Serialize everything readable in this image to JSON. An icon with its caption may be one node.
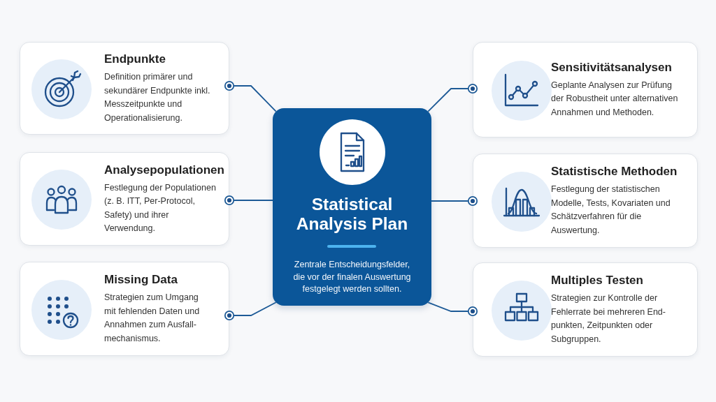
{
  "diagram": {
    "nodes": [
      {
        "text": [
          "Statistical Analysis Plan",
          "Zentrale Entscheidungsfelder, die vor der finalen Auswertung festgelegt werden sollten."
        ]
      },
      {
        "text": [
          "Endpunkte",
          "Definition primärer und sekundärer Endpunkte inkl. Messzeitpunkte und Operationalisierung."
        ]
      },
      {
        "text": [
          "Analysepopulationen",
          "Festlegung der Populationen (z. B. ITT, Per-Protocol, Safety) und ihrer Verwendung."
        ]
      },
      {
        "text": [
          "Missing Data",
          "Strategien zum Umgang mit fehlenden Daten und Annahmen zum Ausfall- mechanismus."
        ]
      },
      {
        "text": [
          "Sensitivitätsanalysen",
          "Geplante Analysen zur Prüfung der Robustheit unter alternativen Annahmen und Methoden."
        ]
      },
      {
        "text": [
          "Statistische Methoden",
          "Festlegung der statistischen Modelle, Tests, Kovariaten und Schätzverfahren für die Auswertung."
        ]
      },
      {
        "text": [
          "Multiples Testen",
          "Strategien zur Kontrolle der Fehlerrate bei mehreren End- punkten, Zeitpunkten oder Subgruppen."
        ]
      }
    ],
    "edges": [
      {
        "from": 0,
        "to": 1,
        "arrow": "other"
      },
      {
        "from": 0,
        "to": 2,
        "arrow": "other"
      },
      {
        "from": 0,
        "to": 3,
        "arrow": "other"
      },
      {
        "from": 0,
        "to": 4,
        "arrow": "other"
      },
      {
        "from": 0,
        "to": 5,
        "arrow": "other"
      },
      {
        "from": 0,
        "to": 6,
        "arrow": "other"
      }
    ]
  }
}
